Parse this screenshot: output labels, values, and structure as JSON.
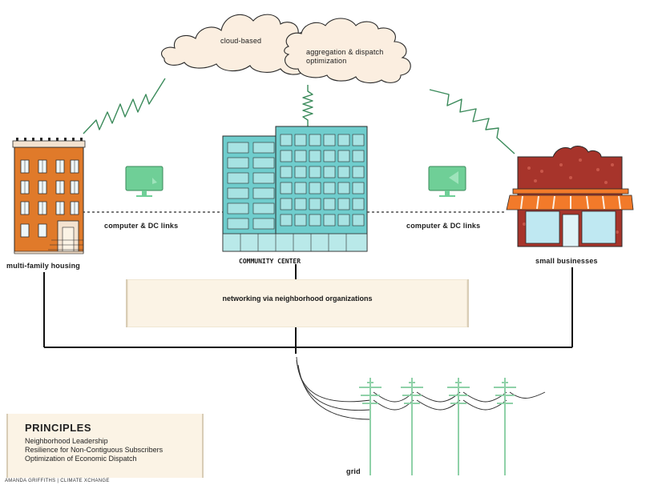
{
  "cloud": {
    "label_a": "cloud-based",
    "label_b": "aggregation & dispatch optimization"
  },
  "nodes": {
    "housing_label": "multi-family housing",
    "business_label": "small businesses",
    "center_label": "COMMUNITY CENTER"
  },
  "links": {
    "left_label": "computer & DC links",
    "right_label": "computer & DC links"
  },
  "network": {
    "label": "networking via neighborhood organizations"
  },
  "grid": {
    "label": "grid"
  },
  "principles": {
    "title": "PRINCIPLES",
    "items": [
      "Neighborhood Leadership",
      "Resilience for Non-Contiguous Subscribers",
      "Optimization of Economic Dispatch"
    ]
  },
  "credit": "AMANDA GRIFFITHS | CLIMATE XCHANGE",
  "colors": {
    "cloud_fill": "#fbeee0",
    "building_teal": "#6fcdcd",
    "brick_orange": "#e07a2a",
    "brick_red": "#a7342b",
    "awning": "#f27a2a",
    "monitor_green": "#6fcf97",
    "signal_green": "#3a8a5a",
    "pole_green": "#8fd1a8",
    "panel_bg": "#fbf3e5"
  }
}
